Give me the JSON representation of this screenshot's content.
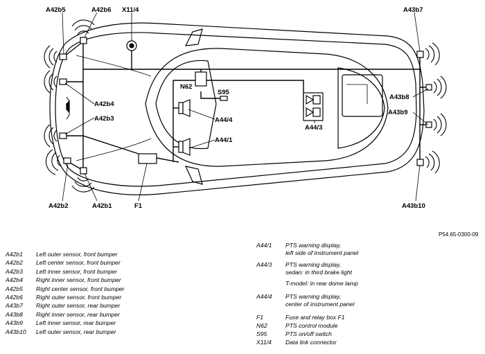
{
  "diagram_labels": {
    "a42b5": "A42b5",
    "a42b6": "A42b6",
    "x11_4": "X11/4",
    "a43b7": "A43b7",
    "n62": "N62",
    "s95": "S95",
    "a42b4": "A42b4",
    "a42b3": "A42b3",
    "a44_4": "A44/4",
    "a44_1": "A44/1",
    "a44_3": "A44/3",
    "a43b8": "A43b8",
    "a43b9": "A43b9",
    "a42b2": "A42b2",
    "a42b1": "A42b1",
    "f1": "F1",
    "a43b10": "A43b10"
  },
  "reference": "P54.65-0300-09",
  "legend_left": [
    {
      "code": "A42b1",
      "desc": "Left outer sensor, front bumper"
    },
    {
      "code": "A42b2",
      "desc": "Left center sensor, front bumper"
    },
    {
      "code": "A42b3",
      "desc": "Left inner sensor, front bumper"
    },
    {
      "code": "A42b4",
      "desc": "Right inner sensor, front bumper"
    },
    {
      "code": "A42b5",
      "desc": "Right center sensor, front bumper"
    },
    {
      "code": "A42b6",
      "desc": "Right outer sensor, front bumper"
    },
    {
      "code": "A43b7",
      "desc": "Right outer sensor, rear bumper"
    },
    {
      "code": "A43b8",
      "desc": "Right inner sensor, rear bumper"
    },
    {
      "code": "A43b9",
      "desc": "Left inner sensor, rear bumper"
    },
    {
      "code": "A43b10",
      "desc": "Left outer sensor, rear bumper"
    }
  ],
  "legend_right": {
    "a44_1": {
      "code": "A44/1",
      "line1": "PTS warning display,",
      "line2": "left side of instrument panel"
    },
    "a44_3": {
      "code": "A44/3",
      "line1": "PTS warning display,",
      "line2": "sedan:    in third brake light",
      "line3": "T-model:   in rear dome lamp"
    },
    "a44_4": {
      "code": "A44/4",
      "line1": "PTS warning display,",
      "line2": "center of instrument panel"
    },
    "f1": {
      "code": "F1",
      "desc": "Fuse and relay box F1"
    },
    "n62": {
      "code": "N62",
      "desc": "PTS control module"
    },
    "s95": {
      "code": "S95",
      "desc": "PTS on/off switch"
    },
    "x11_4": {
      "code": "X11/4",
      "desc": "Data link connector"
    }
  }
}
